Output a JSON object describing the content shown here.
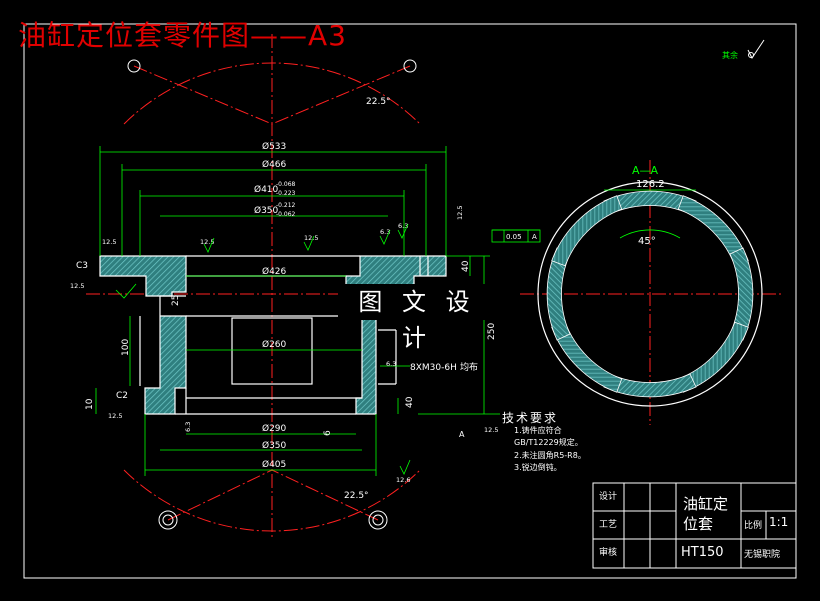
{
  "title": "油缸定位套零件图——A3",
  "watermark": "图 文 设 计",
  "roughness_note": "其余",
  "section_label": "A—A",
  "dimensions": {
    "d533": "Ø533",
    "d466": "Ø466",
    "d410": "Ø410",
    "d410_tol_upper": "-0.068",
    "d410_tol_lower": "-0.223",
    "d350_top": "Ø350",
    "d350_tol_upper": "-0.212",
    "d350_tol_lower": "-0.062",
    "d426": "Ø426",
    "d260": "Ø260",
    "d290": "Ø290",
    "d350_bottom": "Ø350",
    "d405": "Ø405",
    "len100": "100",
    "len250": "250",
    "len40_top": "40",
    "len40_bottom": "40",
    "len25": "25",
    "len10": "10",
    "len6": "6",
    "c3": "C3",
    "c2": "C2",
    "angle_top": "22.5°",
    "angle_bottom": "22.5°",
    "thread": "8XM30-6H",
    "thread_note": "均布",
    "section_width": "126.2",
    "section_angle": "45°",
    "tolerance_flat": "0.05",
    "datum": "A"
  },
  "roughness_values": {
    "r12_5": "12.5",
    "r6_3": "6.3",
    "r12_6": "12.6"
  },
  "tech_requirements": {
    "title": "技术要求",
    "items": [
      "1.铸件应符合",
      "GB/T12229规定。",
      "2.未注圆角R5-R8。",
      "3.锐边倒钝。"
    ]
  },
  "title_block": {
    "row1": "设计",
    "row2": "工艺",
    "row3": "审核",
    "part_name_line1": "油缸定",
    "part_name_line2": "位套",
    "scale_label": "比例",
    "scale_value": "1:1",
    "material": "HT150",
    "school": "无锡职院"
  },
  "colors": {
    "background": "#000000",
    "lines": "#ffffff",
    "dimensions": "#00ff00",
    "centerlines": "#ff2020",
    "hatching": "#4aa6a6",
    "title": "#e00000"
  }
}
